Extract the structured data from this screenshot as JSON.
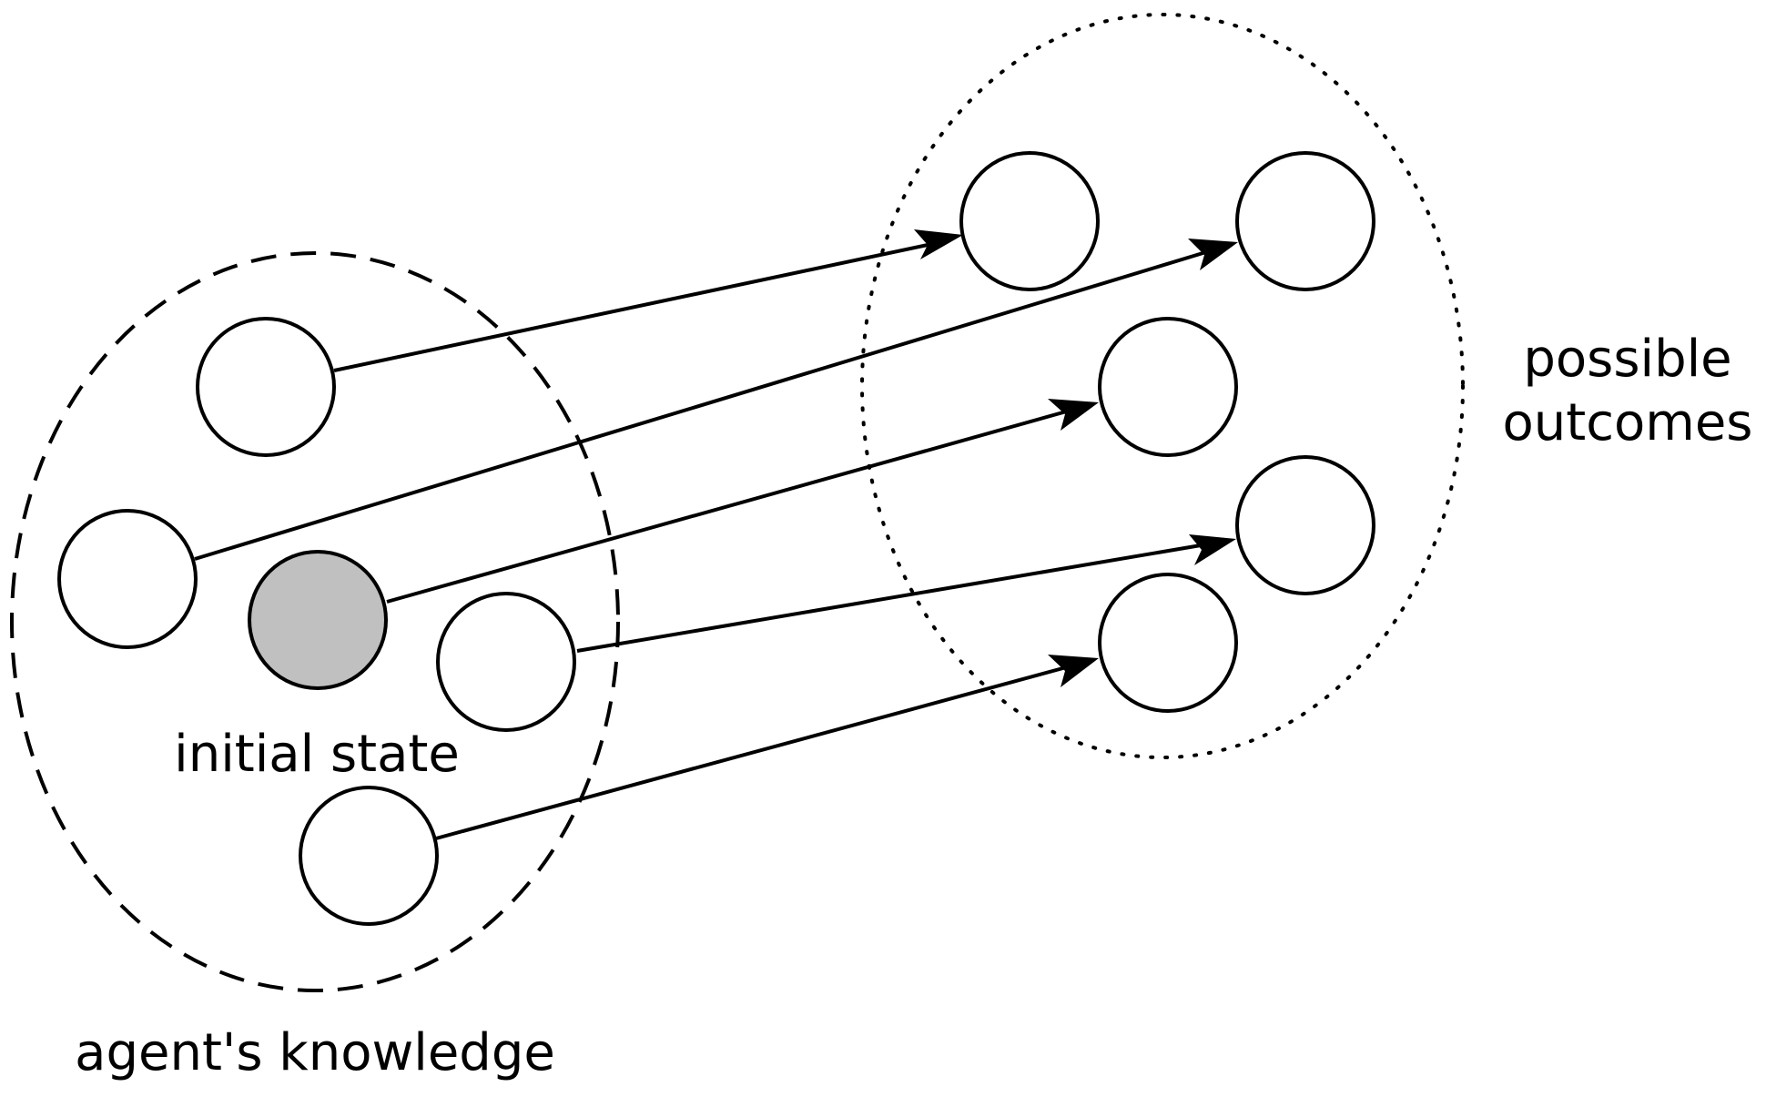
{
  "labels": {
    "initial_state": "initial state",
    "agents_knowledge": "agent's knowledge",
    "possible_outcomes_line1": "possible",
    "possible_outcomes_line2": "outcomes"
  },
  "colors": {
    "stroke": "#000000",
    "initial_state_fill": "#c0c0c0",
    "state_fill": "#ffffff",
    "background": "#ffffff"
  },
  "regions": {
    "agents_knowledge": "dashed ellipse",
    "possible_outcomes": "dotted ellipse"
  },
  "mapping": [
    {
      "from": "knowledge-state-1",
      "to": "outcome-state-1"
    },
    {
      "from": "knowledge-state-2",
      "to": "outcome-state-2"
    },
    {
      "from": "initial-state",
      "to": "outcome-state-3"
    },
    {
      "from": "knowledge-state-4",
      "to": "outcome-state-4"
    },
    {
      "from": "knowledge-state-5",
      "to": "outcome-state-5"
    }
  ]
}
